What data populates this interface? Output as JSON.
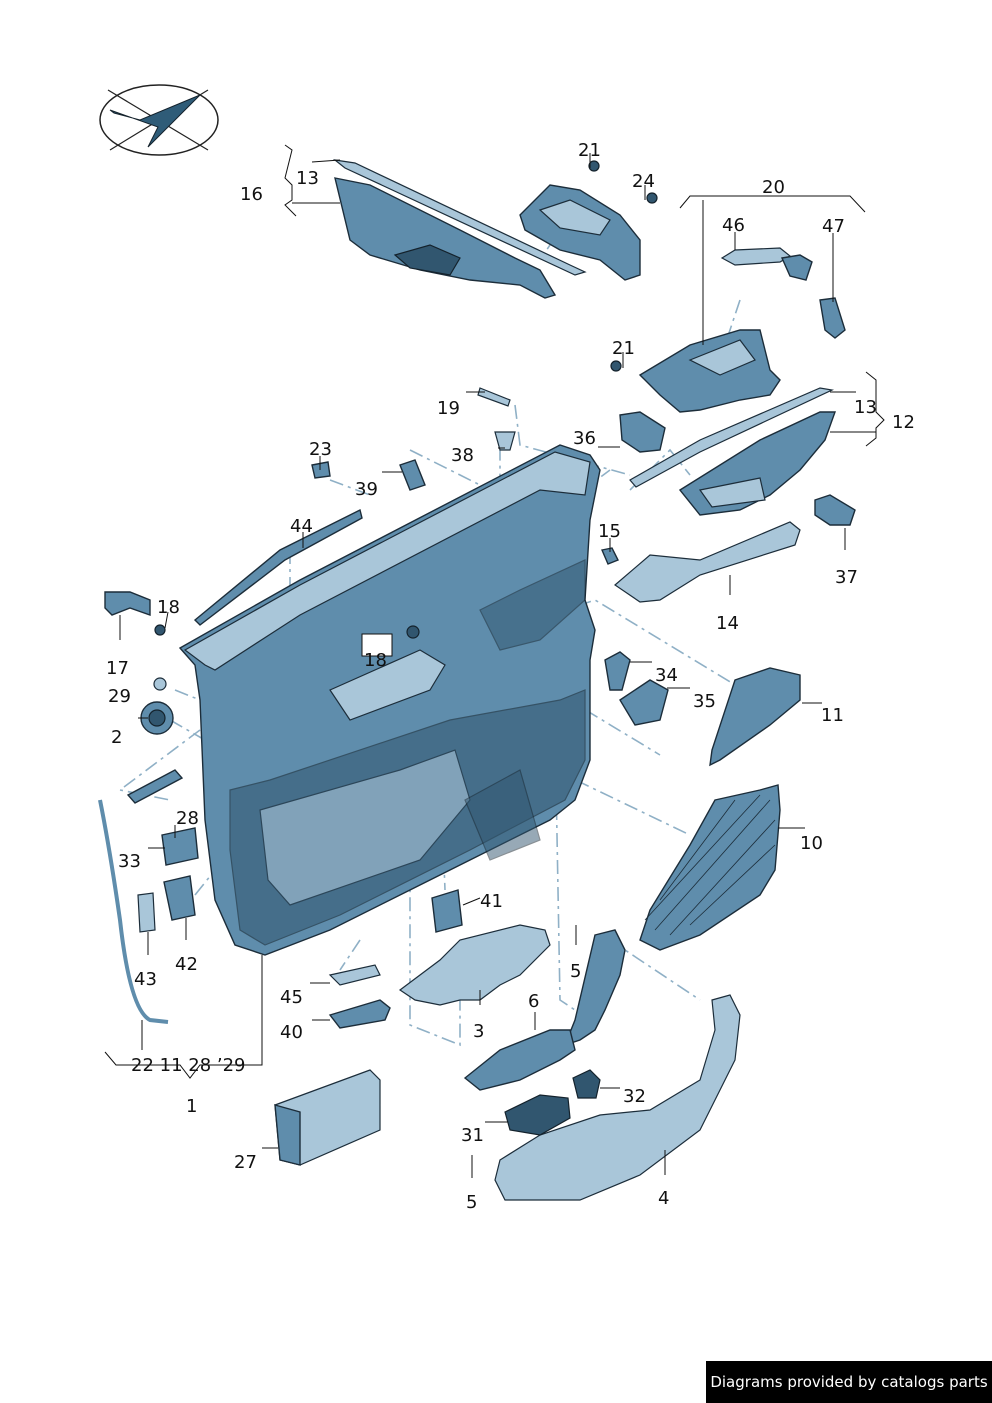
{
  "labels": {
    "l1": "1",
    "l2": "2",
    "l3": "3",
    "l4": "4",
    "l5a": "5",
    "l5b": "5",
    "l6": "6",
    "l10": "10",
    "l11": "11",
    "l12": "12",
    "l13a": "13",
    "l13b": "13",
    "l14": "14",
    "l15": "15",
    "l16": "16",
    "l17": "17",
    "l18a": "18",
    "l18b": "18",
    "l19": "19",
    "l20": "20",
    "l21a": "21",
    "l21b": "21",
    "l23": "23",
    "l24": "24",
    "l27": "27",
    "l28": "28",
    "l29": "29",
    "l31": "31",
    "l32": "32",
    "l33": "33",
    "l34": "34",
    "l35": "35",
    "l36": "36",
    "l37": "37",
    "l38": "38",
    "l39": "39",
    "l40": "40",
    "l41": "41",
    "l42": "42",
    "l43": "43",
    "l44": "44",
    "l45": "45",
    "l46": "46",
    "l47": "47",
    "group1": "22  11  28 ’29"
  },
  "footer": "Diagrams provided by catalogs parts",
  "colors": {
    "part": "#5f8dac",
    "part_light": "#a9c6d9",
    "part_dark": "#31566f"
  },
  "icons": {
    "logo": "check-in-ellipse-logo"
  }
}
